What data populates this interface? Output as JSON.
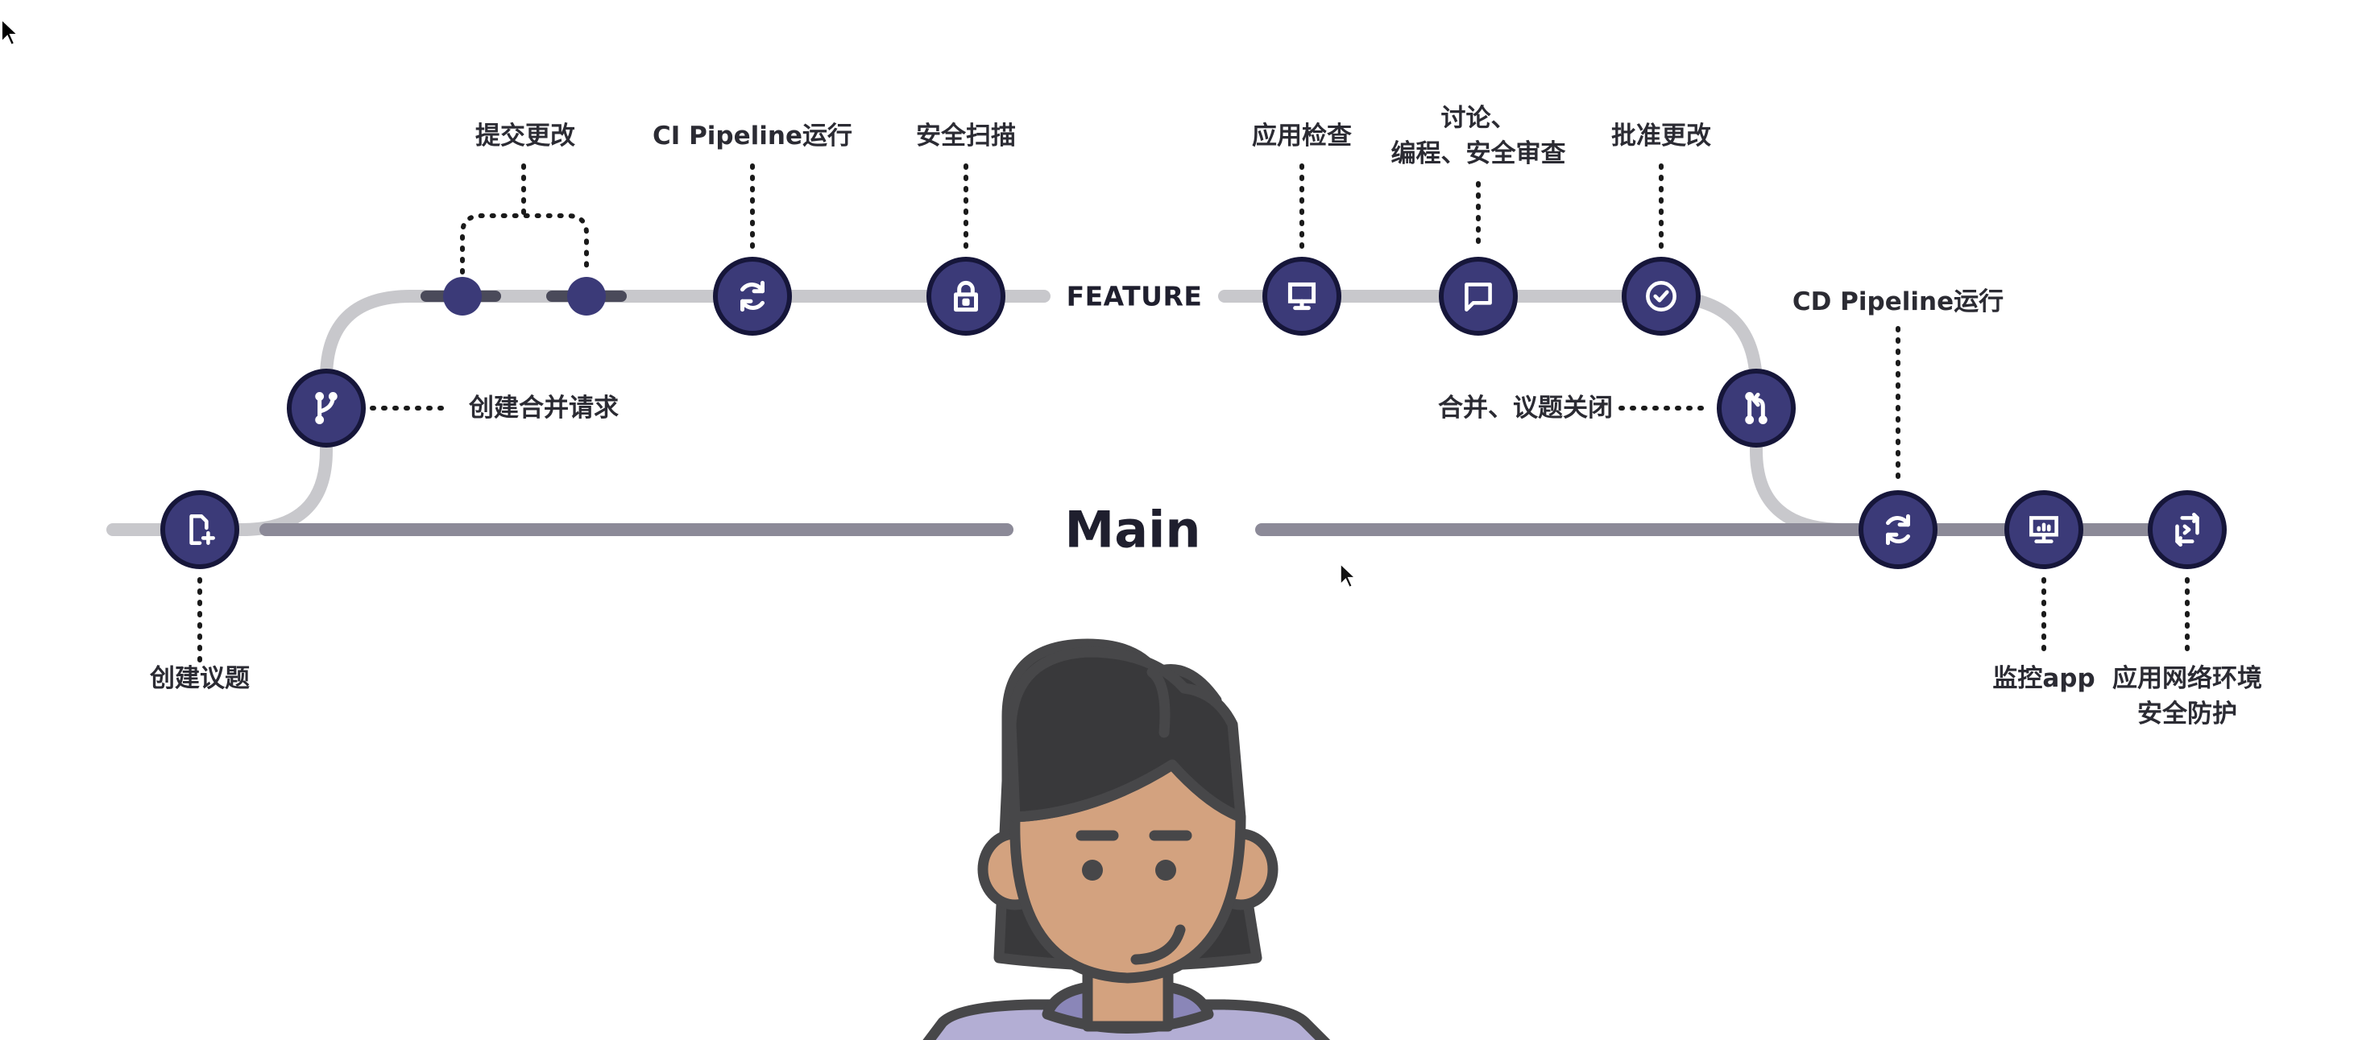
{
  "diagram": {
    "title": "GitLab 工作流",
    "branches": {
      "feature": "FEATURE",
      "main": "Main"
    },
    "steps": [
      {
        "id": "create-issue",
        "label": "创建议题",
        "icon": "file-plus-icon",
        "branch": "main"
      },
      {
        "id": "create-mr",
        "label": "创建合并请求",
        "icon": "git-branch-icon",
        "branch": "feature"
      },
      {
        "id": "commit-changes",
        "label": "提交更改",
        "icon": "commit-dot-icon",
        "branch": "feature"
      },
      {
        "id": "ci-pipeline",
        "label": "CI Pipeline运行",
        "icon": "refresh-icon",
        "branch": "feature"
      },
      {
        "id": "security-scan",
        "label": "安全扫描",
        "icon": "lock-icon",
        "branch": "feature"
      },
      {
        "id": "app-review",
        "label": "应用检查",
        "icon": "monitor-icon",
        "branch": "feature"
      },
      {
        "id": "discussion",
        "label_lines": [
          "讨论、",
          "编程、安全审查"
        ],
        "icon": "chat-bubble-icon",
        "branch": "feature"
      },
      {
        "id": "approve",
        "label": "批准更改",
        "icon": "check-circle-icon",
        "branch": "feature"
      },
      {
        "id": "merge-close",
        "label": "合并、议题关闭",
        "icon": "git-merge-icon",
        "branch": "feature"
      },
      {
        "id": "cd-pipeline",
        "label": "CD Pipeline运行",
        "icon": "refresh-icon",
        "branch": "main"
      },
      {
        "id": "monitor-app",
        "label": "监控app",
        "icon": "monitor-chart-icon",
        "branch": "main"
      },
      {
        "id": "protect-env",
        "label_lines": [
          "应用网络环境",
          "安全防护"
        ],
        "icon": "shield-terminal-icon",
        "branch": "main"
      }
    ],
    "colors": {
      "node_fill": "#3b3a78",
      "node_border": "#16163a",
      "feature_track": "#c8c8cc",
      "main_track": "#8c8a98",
      "text": "#2b2b33",
      "hair": "#3a3a3f",
      "skin": "#d3a27f",
      "shirt": "#b3aed4"
    }
  }
}
